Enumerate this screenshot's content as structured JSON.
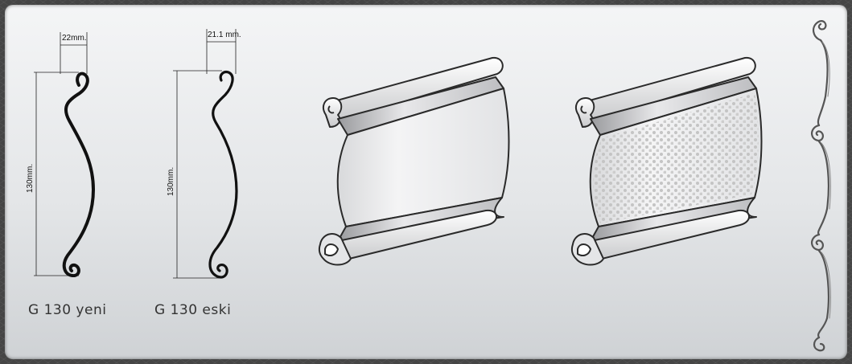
{
  "profiles": [
    {
      "caption": "G 130 yeni",
      "width_label": "22mm.",
      "height_label": "130mm."
    },
    {
      "caption": "G 130  eski",
      "width_label": "21.1 mm.",
      "height_label": "130mm."
    }
  ],
  "colors": {
    "background": "#454545",
    "panel_top": "#f4f5f6",
    "panel_bottom": "#cfd2d5",
    "outline": "#111111",
    "perforation_dot": "#c8c8c8"
  },
  "icons": {
    "slat_smooth": "roller-shutter-slat-smooth-icon",
    "slat_perforated": "roller-shutter-slat-perforated-icon",
    "interlocked_profile": "interlocked-slats-side-profile-icon"
  }
}
